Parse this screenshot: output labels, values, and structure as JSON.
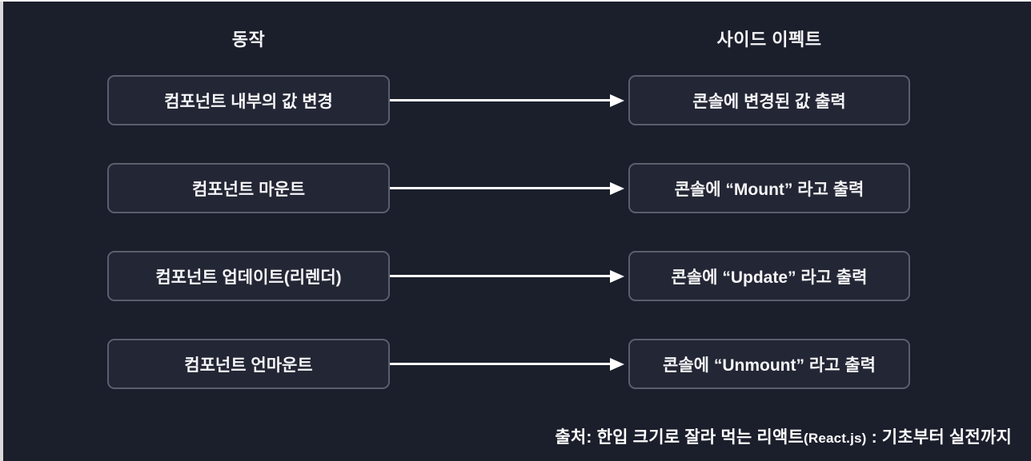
{
  "colors": {
    "background": "#1b1e2b",
    "box_background": "#232634",
    "box_border": "#5a5f6e",
    "text": "#f4f5f7",
    "arrow": "#ffffff",
    "edge_strip": "#d9d9d9"
  },
  "columns": {
    "action_header": "동작",
    "side_effect_header": "사이드 이펙트"
  },
  "rows": [
    {
      "action": "컴포넌트 내부의 값 변경",
      "effect": "콘솔에 변경된 값 출력"
    },
    {
      "action": "컴포넌트 마운트",
      "effect": "콘솔에 “Mount” 라고 출력"
    },
    {
      "action": "컴포넌트 업데이트(리렌더)",
      "effect": "콘솔에 “Update” 라고 출력"
    },
    {
      "action": "컴포넌트 언마운트",
      "effect": "콘솔에 “Unmount” 라고 출력"
    }
  ],
  "caption": {
    "prefix": "출처: 한입 크기로 잘라 먹는 리액트",
    "latin": "(React.js)",
    "suffix": " : 기초부터 실전까지"
  }
}
